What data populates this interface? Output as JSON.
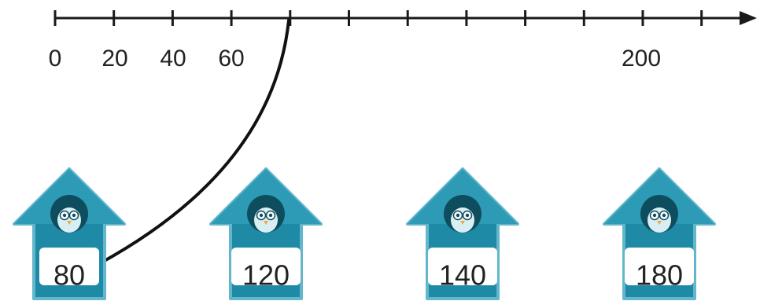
{
  "number_line": {
    "tick_values": [
      0,
      20,
      40,
      60,
      80,
      100,
      120,
      140,
      160,
      180,
      200,
      220
    ],
    "labels": [
      "0",
      "20",
      "40",
      "60",
      "200"
    ],
    "arrow_direction": "right"
  },
  "birdhouses": [
    {
      "value": "80",
      "connected_to_line": true
    },
    {
      "value": "120",
      "connected_to_line": false
    },
    {
      "value": "140",
      "connected_to_line": false
    },
    {
      "value": "180",
      "connected_to_line": false
    }
  ],
  "colors": {
    "line": "#1a1a1a",
    "house_body": "#1f8aa6",
    "house_roof_edge": "#63b6cc",
    "house_hole": "#0e4d5e",
    "owl": "#d8eef3",
    "label_box": "#ffffff",
    "connector": "#111111"
  },
  "icons": [
    "birdhouse-icon",
    "owl-icon"
  ]
}
